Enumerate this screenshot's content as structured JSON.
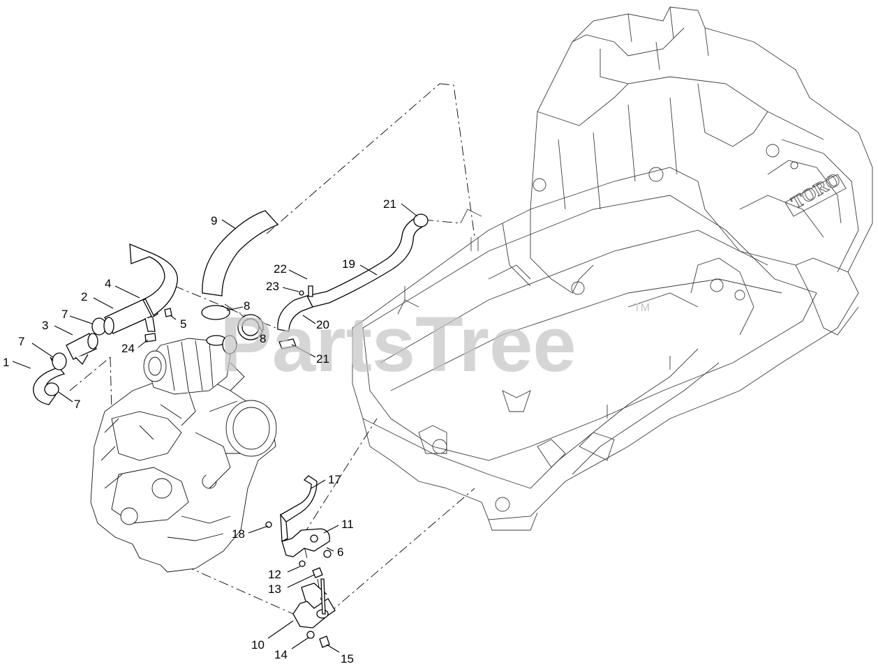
{
  "watermark": {
    "text": "PartsTree",
    "trademark": "TM"
  },
  "frame_logo": "TORO",
  "callouts": [
    {
      "id": "c1",
      "label": "1"
    },
    {
      "id": "c2",
      "label": "2"
    },
    {
      "id": "c3",
      "label": "3"
    },
    {
      "id": "c4",
      "label": "4"
    },
    {
      "id": "c5",
      "label": "5"
    },
    {
      "id": "c6",
      "label": "6"
    },
    {
      "id": "c7a",
      "label": "7"
    },
    {
      "id": "c7b",
      "label": "7"
    },
    {
      "id": "c7c",
      "label": "7"
    },
    {
      "id": "c8a",
      "label": "8"
    },
    {
      "id": "c8b",
      "label": "8"
    },
    {
      "id": "c9",
      "label": "9"
    },
    {
      "id": "c10",
      "label": "10"
    },
    {
      "id": "c11",
      "label": "11"
    },
    {
      "id": "c12",
      "label": "12"
    },
    {
      "id": "c13",
      "label": "13"
    },
    {
      "id": "c14",
      "label": "14"
    },
    {
      "id": "c15",
      "label": "15"
    },
    {
      "id": "c17",
      "label": "17"
    },
    {
      "id": "c18",
      "label": "18"
    },
    {
      "id": "c19",
      "label": "19"
    },
    {
      "id": "c20",
      "label": "20"
    },
    {
      "id": "c21a",
      "label": "21"
    },
    {
      "id": "c21b",
      "label": "21"
    },
    {
      "id": "c22",
      "label": "22"
    },
    {
      "id": "c23",
      "label": "23"
    },
    {
      "id": "c24",
      "label": "24"
    }
  ]
}
